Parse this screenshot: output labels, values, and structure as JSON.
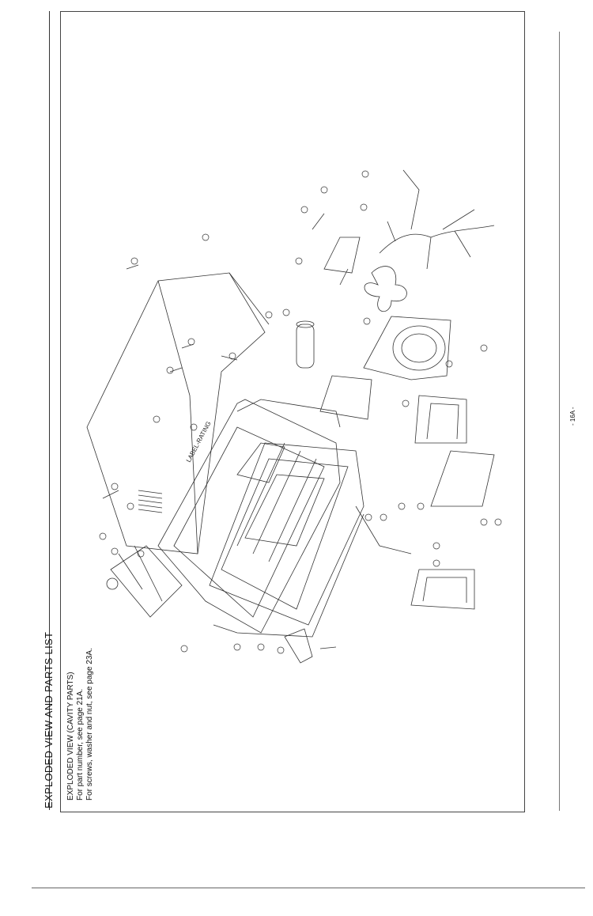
{
  "header": {
    "title": "EXPLODED VIEW AND PARTS LIST"
  },
  "subheader": {
    "heading": "EXPLODED VIEW (CAVITY PARTS)",
    "line1": "For part number, see page 21A.",
    "line2": "For screws, washer and nut, see page 23A."
  },
  "diagram": {
    "panel_label": "LABEL-RATING"
  },
  "footer": {
    "page_number": "- 16A -"
  },
  "icons": [
    "exploded-view-drawing"
  ]
}
